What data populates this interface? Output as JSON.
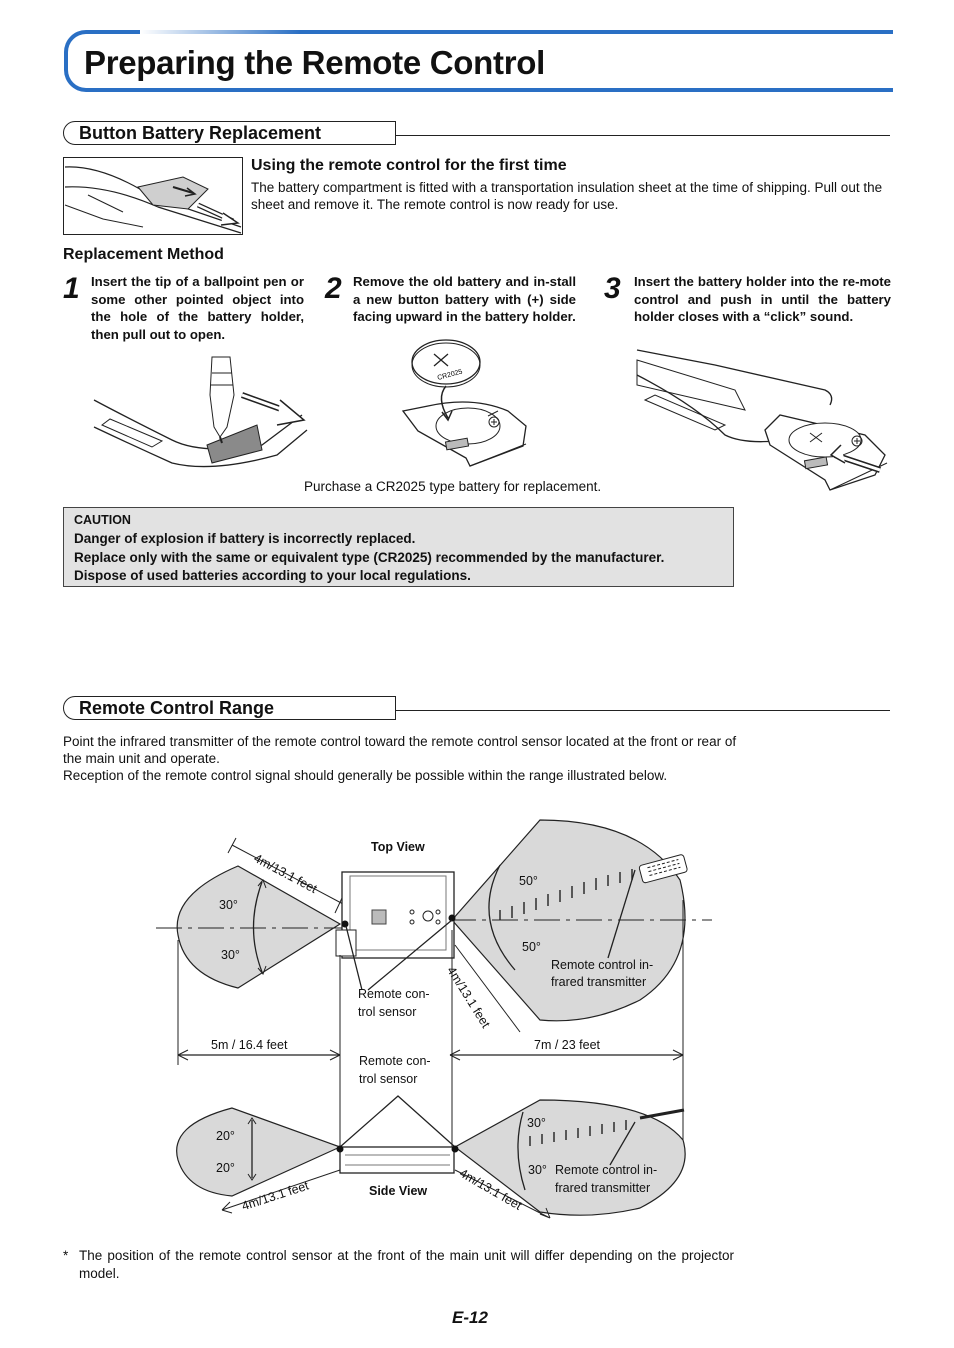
{
  "page": {
    "title": "Preparing the Remote Control",
    "number": "E-12"
  },
  "battery": {
    "section_title": "Button Battery Replacement",
    "first_time_heading": "Using the remote control for the first time",
    "first_time_text": "The battery compartment is fitted with a transportation insulation sheet at the time of shipping. Pull out the sheet and remove it. The remote control is now ready for use.",
    "method_heading": "Replacement Method",
    "steps": [
      {
        "num": "1",
        "text": "Insert the tip of a ballpoint pen or some other pointed object into the hole of the battery holder, then pull out to open."
      },
      {
        "num": "2",
        "text": "Remove the old battery and in-stall a new button battery with (+) side facing upward in the battery holder."
      },
      {
        "num": "3",
        "text": "Insert the battery holder into the re-mote control and push in until the battery holder closes with a “click” sound."
      }
    ],
    "purchase_note": "Purchase a CR2025 type battery for replacement.",
    "battery_label": "CR2025"
  },
  "caution": {
    "title": "CAUTION",
    "lines": [
      "Danger of explosion if battery is incorrectly replaced.",
      "Replace only with the same or equivalent type (CR2025) recommended by the manufacturer.",
      "Dispose of used batteries according to your local regulations."
    ]
  },
  "range": {
    "section_title": "Remote Control Range",
    "para1": "Point the infrared transmitter of the remote control toward the remote control sensor located at the front or rear of the main unit and operate.",
    "para2": "Reception of the remote control signal should generally be possible within the range illustrated below.",
    "diagram": {
      "top_view": "Top View",
      "side_view": "Side View",
      "dist_top_left": "4m/13.1 feet",
      "dist_top_right": "4m/13.1 feet",
      "dist_side_left": "4m/13.1 feet",
      "dist_side_right": "4m/13.1 feet",
      "angle_30a": "30°",
      "angle_30b": "30°",
      "angle_50a": "50°",
      "angle_50b": "50°",
      "angle_20a": "20°",
      "angle_20b": "20°",
      "angle_30c": "30°",
      "angle_30d": "30°",
      "range_5m": "5m / 16.4 feet",
      "range_7m": "7m / 23 feet",
      "sensor_label_1a": "Remote con-",
      "sensor_label_1b": "trol sensor",
      "sensor_label_2a": "Remote con-",
      "sensor_label_2b": "trol sensor",
      "transmitter_1a": "Remote control in-",
      "transmitter_1b": "frared transmitter",
      "transmitter_2a": "Remote control in-",
      "transmitter_2b": "frared transmitter"
    }
  },
  "footnote": {
    "mark": "*",
    "text": "The position of the remote control sensor at the front of the main unit will differ depending on the projector model."
  }
}
